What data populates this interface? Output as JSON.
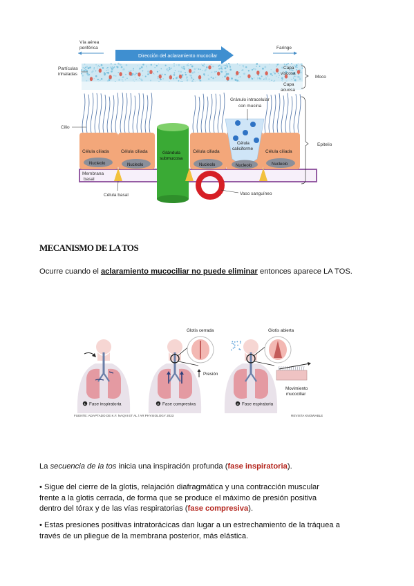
{
  "diagram1": {
    "via_aerea": [
      "Vía aérea",
      "periférica"
    ],
    "direccion": "Dirección del aclaramiento mucocilar",
    "faringe": "Faringe",
    "particulas": [
      "Partículas",
      "inhaladas"
    ],
    "capa_viscosa": [
      "Capa",
      "viscosa"
    ],
    "capa_acuosa": [
      "Capa",
      "acuosa"
    ],
    "moco": "Moco",
    "granulo": [
      "Gránulo intracelular",
      "con mucina"
    ],
    "cilio": "Cilio",
    "epitelio": "Epitelio",
    "celula_ciliada": "Célula ciliada",
    "glandula": [
      "Glándula",
      "submucosa"
    ],
    "celula_caliciforme": [
      "Célula",
      "caliciforme"
    ],
    "nucleolo": "Nucleolo",
    "membrana_basal": [
      "Membrana",
      "basal"
    ],
    "celula_basal": "Célula basal",
    "vaso": "Vaso sanguíneo"
  },
  "heading": "MECANISMO DE LA TOS",
  "intro": {
    "pre": "Ocurre cuando el ",
    "bold": "aclaramiento mucociliar no puede eliminar",
    "post": " entonces aparece LA TOS."
  },
  "diagram2": {
    "glotis_cerrada": "Glotis cerrada",
    "glotis_abierta": "Glotis abierta",
    "presion": "Presión",
    "movimiento": [
      "Movimiento",
      "mucociliar"
    ],
    "fase1": "Fase inspiratoria",
    "fase2": "Fase compresiva",
    "fase3": "Fase espiratoria",
    "fuente": "FUENTE: ADAPTADO DE K.F. NAQVI ET AL / AR PHYSIOLOGY 2023",
    "revista": "REVISTA KNOWABLE"
  },
  "p1": {
    "a": "La ",
    "italic": "secuencia de la tos",
    "b": " inicia una inspiración profunda (",
    "red": "fase inspiratoria",
    "c": ")."
  },
  "p2": {
    "l1": "• Sigue del cierre de la glotis, relajación diafragmática y una contracción muscular",
    "l2": "frente a la glotis cerrada, de forma que se produce el máximo de presión positiva",
    "l3a": "dentro del tórax y de las vías respiratorias (",
    "red": "fase compresiva",
    "l3b": ")."
  },
  "p3": {
    "l1": "• Estas presiones positivas intratorácicas dan lugar a un estrechamiento de la tráquea a",
    "l2": "través de un pliegue de la membrana posterior, más elástica."
  }
}
